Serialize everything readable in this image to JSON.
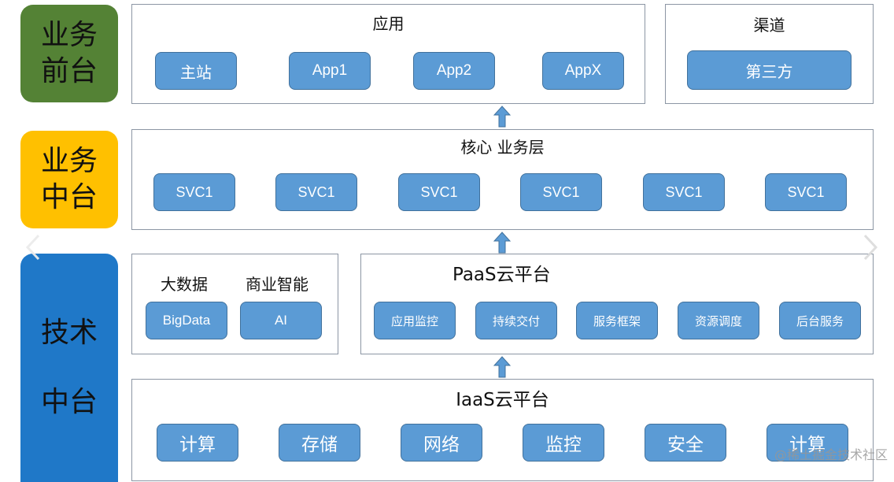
{
  "layers": [
    {
      "label": "业务\n前台",
      "color": "#548235"
    },
    {
      "label": "业务\n中台",
      "color": "#ffc000"
    },
    {
      "label": "技术\n\n中台",
      "color": "#1f78c8"
    }
  ],
  "frontend": {
    "apps_title": "应用",
    "apps": [
      "主站",
      "App1",
      "App2",
      "AppX"
    ],
    "channel_title": "渠道",
    "channel": "第三方"
  },
  "business": {
    "title": "核心 业务层",
    "services": [
      "SVC1",
      "SVC1",
      "SVC1",
      "SVC1",
      "SVC1",
      "SVC1"
    ]
  },
  "data": {
    "title_bigdata": "大数据",
    "title_ai": "商业智能",
    "items": [
      "BigData",
      "AI"
    ]
  },
  "paas": {
    "title": "PaaS云平台",
    "items": [
      "应用监控",
      "持续交付",
      "服务框架",
      "资源调度",
      "后台服务"
    ]
  },
  "iaas": {
    "title": "IaaS云平台",
    "items": [
      "计算",
      "存储",
      "网络",
      "监控",
      "安全",
      "计算"
    ]
  },
  "watermark": "@稀土掘金技术社区",
  "colors": {
    "button": "#5b9bd5",
    "arrow": "#5b9bd5"
  }
}
